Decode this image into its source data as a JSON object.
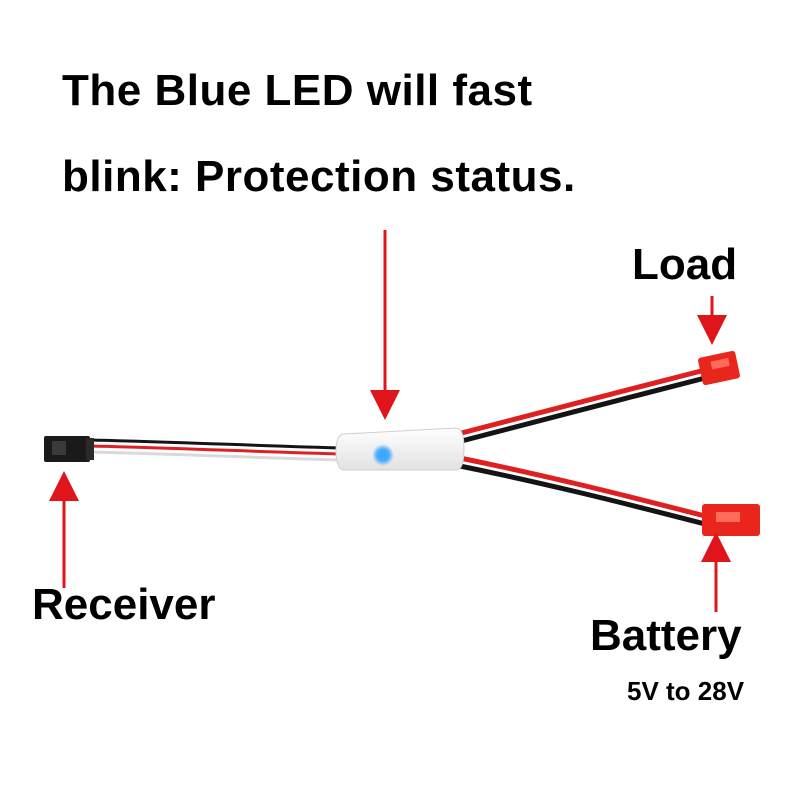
{
  "headline": {
    "line1": "The Blue LED will fast",
    "line2": "blink: Protection status."
  },
  "labels": {
    "load": "Load",
    "receiver": "Receiver",
    "battery": "Battery",
    "voltage": "5V to 28V"
  },
  "colors": {
    "arrow": "#e0141b",
    "wire_red": "#e02020",
    "wire_black": "#141414",
    "connector_red": "#e8261c",
    "led_blue": "#3aa6ff",
    "module_body": "#f4f4f4"
  }
}
